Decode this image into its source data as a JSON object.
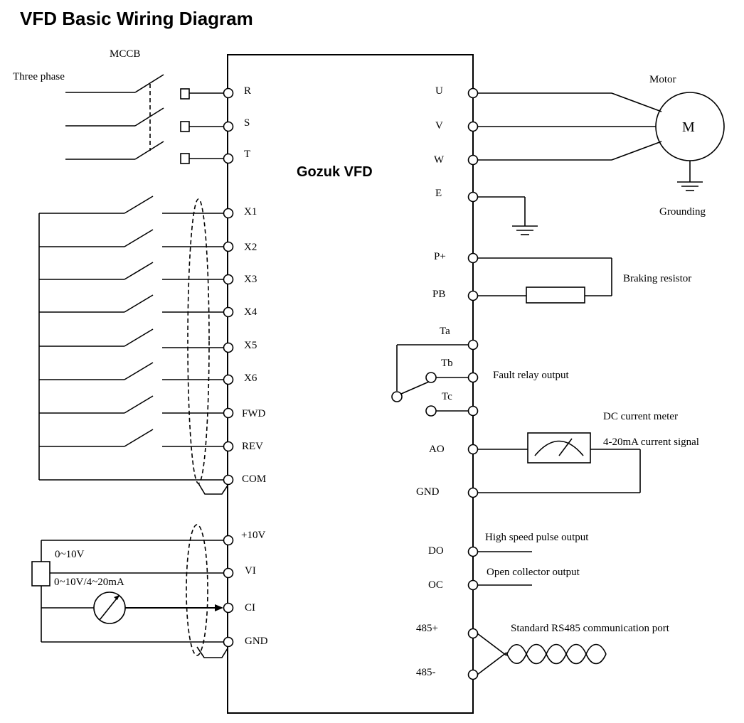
{
  "title": "VFD  Basic  Wiring  Diagram",
  "vfd_name": "Gozuk VFD",
  "left_labels": {
    "mccb": "MCCB",
    "three_phase": "Three phase",
    "v_0_10": "0~10V",
    "v_ci": "0~10V/4~20mA"
  },
  "terminals_left": [
    "R",
    "S",
    "T",
    "X1",
    "X2",
    "X3",
    "X4",
    "X5",
    "X6",
    "FWD",
    "REV",
    "COM",
    "+10V",
    "VI",
    "CI",
    "GND"
  ],
  "terminals_right": [
    "U",
    "V",
    "W",
    "E",
    "P+",
    "PB",
    "Ta",
    "Tb",
    "Tc",
    "AO",
    "GND",
    "DO",
    "OC",
    "485+",
    "485-"
  ],
  "right_labels": {
    "motor": "Motor",
    "motor_symbol": "M",
    "grounding": "Grounding",
    "braking_resistor": "Braking resistor",
    "fault_relay": "Fault relay output",
    "dc_meter": "DC current meter",
    "current_signal": "4-20mA current signal",
    "high_speed": "High speed pulse output",
    "open_collector": "Open collector output",
    "rs485": "Standard RS485 communication port"
  }
}
